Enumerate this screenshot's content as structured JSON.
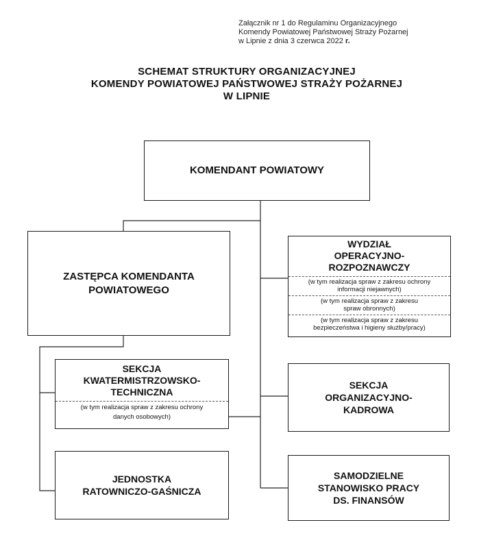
{
  "annex": {
    "line1": "Załącznik nr 1 do Regulaminu Organizacyjnego",
    "line2": "Komendy Powiatowej Państwowej Straży Pożarnej",
    "line3": "w Lipnie z dnia 3 czerwca 2022",
    "line3_suffix": "r."
  },
  "title": {
    "line1": "SCHEMAT STRUKTURY ORGANIZACYJNEJ",
    "line2": "KOMENDY POWIATOWEJ PAŃSTWOWEJ STRAŻY POŻARNEJ",
    "line3": "W LIPNIE"
  },
  "nodes": {
    "komendant": {
      "lines": [
        "KOMENDANT POWIATOWY"
      ]
    },
    "zastepca": {
      "lines": [
        "ZASTĘPCA KOMENDANTA",
        "POWIATOWEGO"
      ]
    },
    "wydzial": {
      "lines": [
        "WYDZIAŁ",
        "OPERACYJNO-",
        "ROZPOZNAWCZY"
      ],
      "notes": [
        [
          "(w tym realizacja spraw z zakresu ochrony",
          "informacji niejawnych)"
        ],
        [
          "(w tym realizacja spraw z zakresu",
          "spraw obronnych)"
        ],
        [
          "(w tym realizacja spraw z zakresu",
          "bezpieczeństwa i higieny służby/pracy)"
        ]
      ]
    },
    "kwatermistrz": {
      "lines": [
        "SEKCJA",
        "KWATERMISTRZOWSKO-",
        "TECHNICZNA"
      ],
      "notes": [
        [
          "(w tym realizacja spraw z zakresu ochrony",
          "danych osobowych)"
        ]
      ]
    },
    "kadrowa": {
      "lines": [
        "SEKCJA",
        "ORGANIZACYJNO-",
        "KADROWA"
      ]
    },
    "jrg": {
      "lines": [
        "JEDNOSTKA",
        "RATOWNICZO-GAŚNICZA"
      ]
    },
    "finanse": {
      "lines": [
        "SAMODZIELNE",
        "STANOWISKO PRACY",
        "DS. FINANSÓW"
      ]
    }
  }
}
